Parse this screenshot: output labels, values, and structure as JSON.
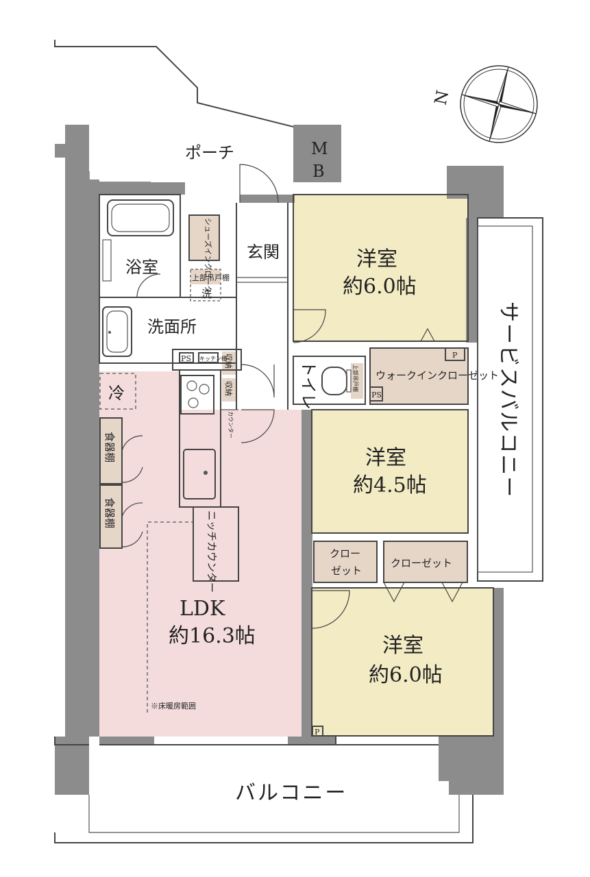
{
  "compass": {
    "label": "N"
  },
  "rooms": {
    "porch": "ポーチ",
    "mb_m": "M",
    "mb_b": "B",
    "bath": "浴室",
    "shoe_closet": "シューズインクローク",
    "entrance": "玄関",
    "upper_cabinet": "上部吊戸棚",
    "laundry": "洗",
    "washroom": "洗面所",
    "ps": "PS",
    "kitchen_shelf": "キッチン棚",
    "storage": "収納",
    "fridge": "冷",
    "toilet": "トイレ",
    "upper_hanging": "上部吊戸棚",
    "wic": "ウォークインクローゼット",
    "p": "P",
    "counter": "カウンター",
    "dish_shelf": "食器棚",
    "niche_counter": "ニッチカウンター",
    "ldk": "LDK",
    "ldk_size": "約16.3帖",
    "floor_heating": "※床暖房範囲",
    "western_room": "洋室",
    "room1_size": "約6.0帖",
    "room2_size": "約4.5帖",
    "room3_size": "約6.0帖",
    "closet": "クローゼット",
    "closet_a": "クロー",
    "closet_b": "ゼット",
    "service_balcony": "サービスバルコニー",
    "balcony": "バルコニー"
  },
  "colors": {
    "ldk_fill": "#f4dcdc",
    "room_fill": "#f2ebc4",
    "closet_fill": "#e6d6c8",
    "wall_fill": "#8c8c8c"
  }
}
